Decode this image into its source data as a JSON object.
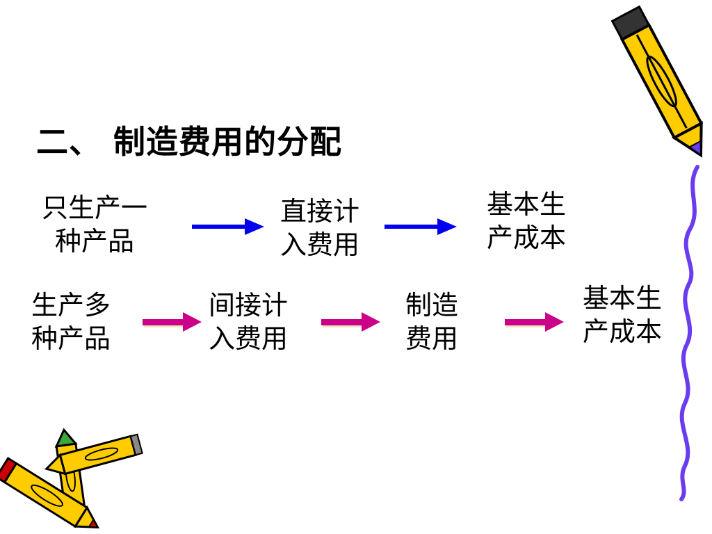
{
  "title": "二、 制造费用的分配",
  "row1": [
    {
      "line1": "只生产一",
      "line2": "种产品"
    },
    {
      "line1": "直接计",
      "line2": "入费用"
    },
    {
      "line1": "基本生",
      "line2": "产成本"
    }
  ],
  "row2": [
    {
      "line1": "生产多",
      "line2": "种产品"
    },
    {
      "line1": "间接计",
      "line2": "入费用"
    },
    {
      "line1": "制造",
      "line2": "费用"
    },
    {
      "line1": "基本生",
      "line2": "产成本"
    }
  ],
  "colors": {
    "arrow_row1": "#0000ee",
    "arrow_row2": "#cc0088",
    "squiggle": "#6a3cf0",
    "pencil_body": "#ffcc00",
    "pencil_outline": "#000000"
  }
}
